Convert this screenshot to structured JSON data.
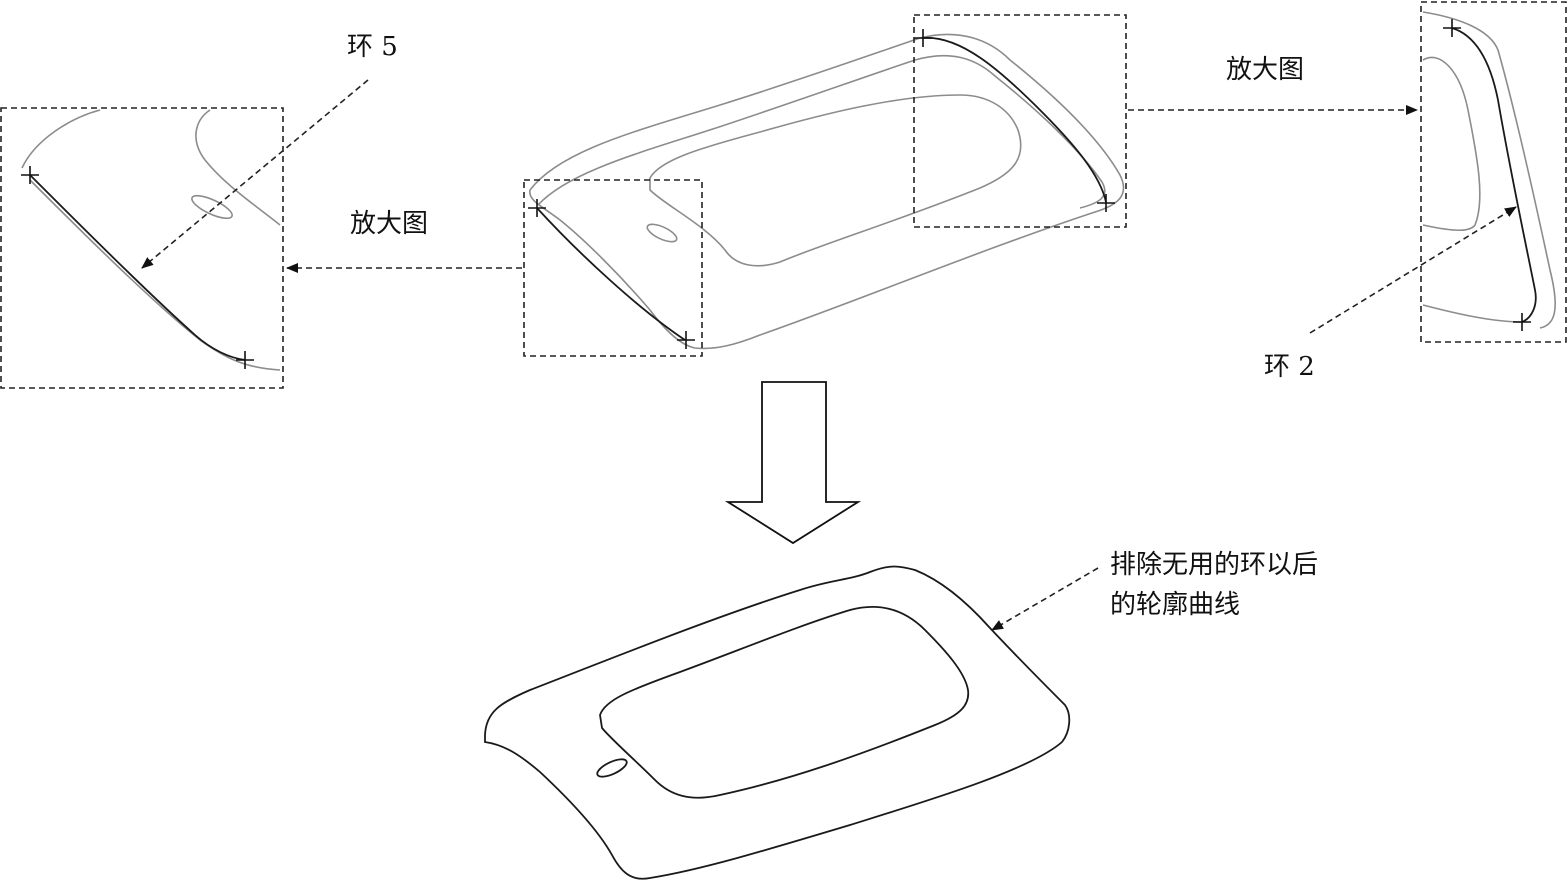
{
  "labels": {
    "ring5": "环 5",
    "zoom_left": "放大图",
    "zoom_right": "放大图",
    "ring2": "环 2",
    "result_line1": "排除无用的环以后",
    "result_line2": "的轮廓曲线"
  },
  "colors": {
    "line_gray": "#8c8c8c",
    "line_dark": "#1a1a1a",
    "dash": "#222222"
  }
}
